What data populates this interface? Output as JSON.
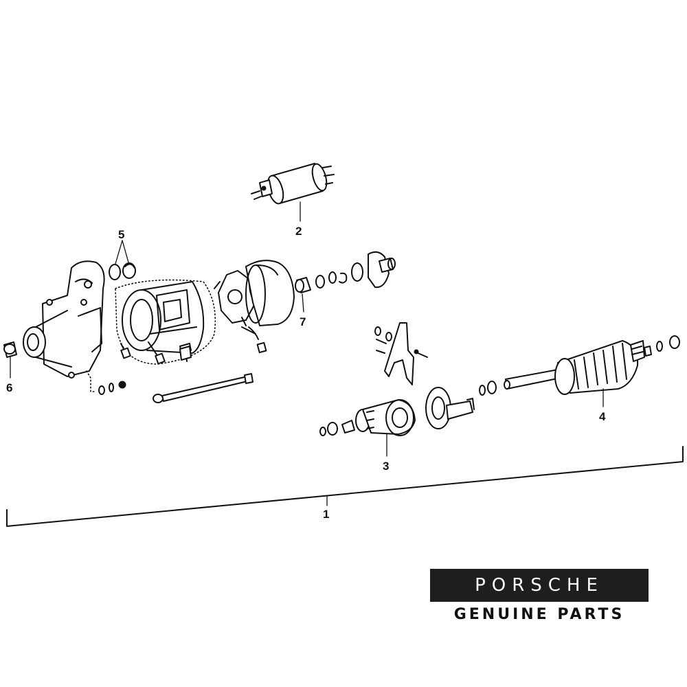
{
  "diagram": {
    "callouts": {
      "assembly": "1",
      "solenoid": "2",
      "drive_pinion": "3",
      "armature": "4",
      "brush_holder_parts": "5",
      "bushing": "6",
      "plunger": "7"
    }
  },
  "brand": {
    "logo_text": "PORSCHE",
    "tagline": "GENUINE PARTS"
  }
}
